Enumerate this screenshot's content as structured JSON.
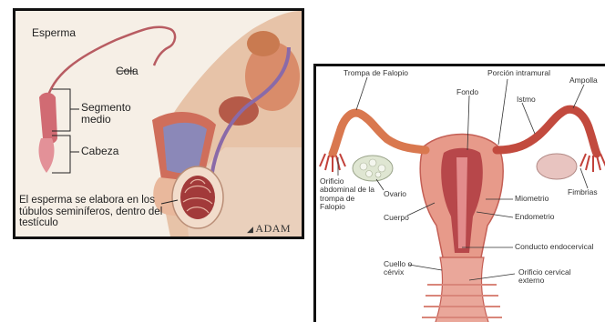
{
  "male": {
    "labels": {
      "esperma": "Esperma",
      "cola": "Cola",
      "segmento_medio": "Segmento medio",
      "cabeza": "Cabeza",
      "caption": "El esperma se elabora en los túbulos seminíferos, dentro del testículo"
    },
    "logo": "ADAM"
  },
  "female": {
    "labels": {
      "trompa": "Trompa de Falopio",
      "porcion": "Porción intramural",
      "fondo": "Fondo",
      "istmo": "Istmo",
      "ampolla": "Ampolla",
      "orificio_abdominal": "Orificio abdominal de la trompa de Falopio",
      "ovario": "Ovario",
      "fimbrias": "Fimbrias",
      "miometrio": "Miometrio",
      "cuerpo": "Cuerpo",
      "endometrio": "Endometrio",
      "conducto": "Conducto endocervical",
      "cuello": "Cuello o cérvix",
      "orificio_externo": "Orificio cervical externo"
    }
  }
}
